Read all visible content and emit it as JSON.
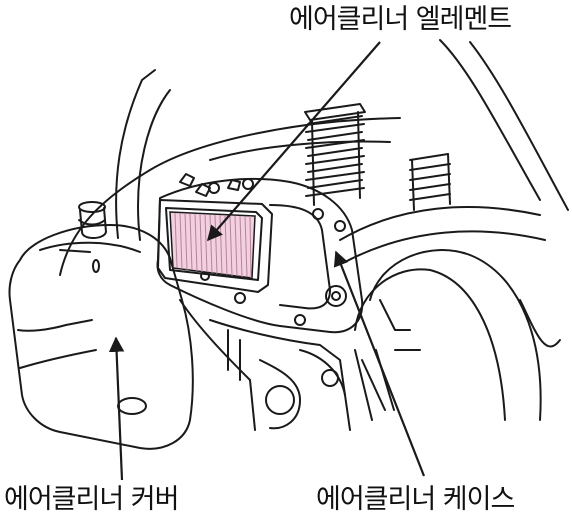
{
  "labels": {
    "element": "에어클리너 엘레멘트",
    "cover": "에어클리너 커버",
    "case": "에어클리너 케이스"
  },
  "colors": {
    "line": "#1a1a1a",
    "filter": "#f3cfe0",
    "filter_pleat": "#b2869a",
    "background": "#ffffff"
  }
}
